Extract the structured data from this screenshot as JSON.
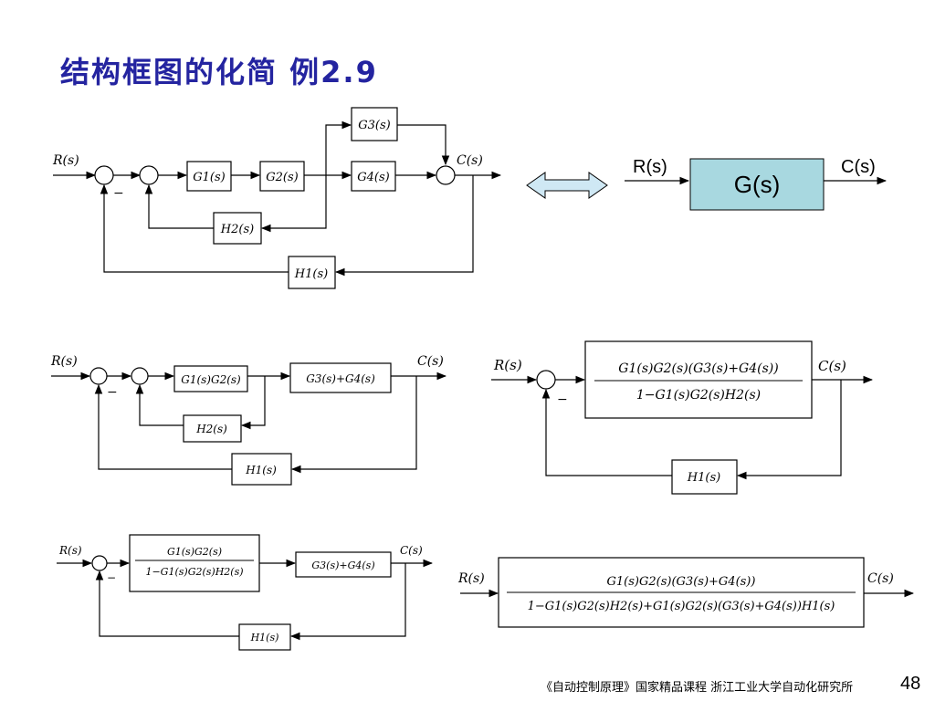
{
  "title": "结构框图的化简    例2.9",
  "footer": "《自动控制原理》国家精品课程   浙江工业大学自动化研究所",
  "page_number": "48",
  "colors": {
    "title": "#2424a0",
    "gs_box": "#a8d8e0",
    "double_arrow": "#cfe8f4"
  },
  "labels": {
    "R": "R(s)",
    "C": "C(s)",
    "minus": "−",
    "G1": "G1(s)",
    "G2": "G2(s)",
    "G3": "G3(s)",
    "G4": "G4(s)",
    "H1": "H1(s)",
    "H2": "H2(s)",
    "G1G2": "G1(s)G2(s)",
    "G3pG4": "G3(s)+G4(s)",
    "frac_num_a": "G1(s)G2(s)(G3(s)+G4(s))",
    "frac_den_a": "1−G1(s)G2(s)H2(s)",
    "frac_num_b": "G1(s)G2(s)",
    "frac_den_b": "1−G1(s)G2(s)H2(s)",
    "frac_num_final": "G1(s)G2(s)(G3(s)+G4(s))",
    "frac_den_final": "1−G1(s)G2(s)H2(s)+G1(s)G2(s)(G3(s)+G4(s))H1(s)"
  },
  "equivalent": {
    "input": "R(s)",
    "block": "G(s)",
    "output": "C(s)"
  }
}
